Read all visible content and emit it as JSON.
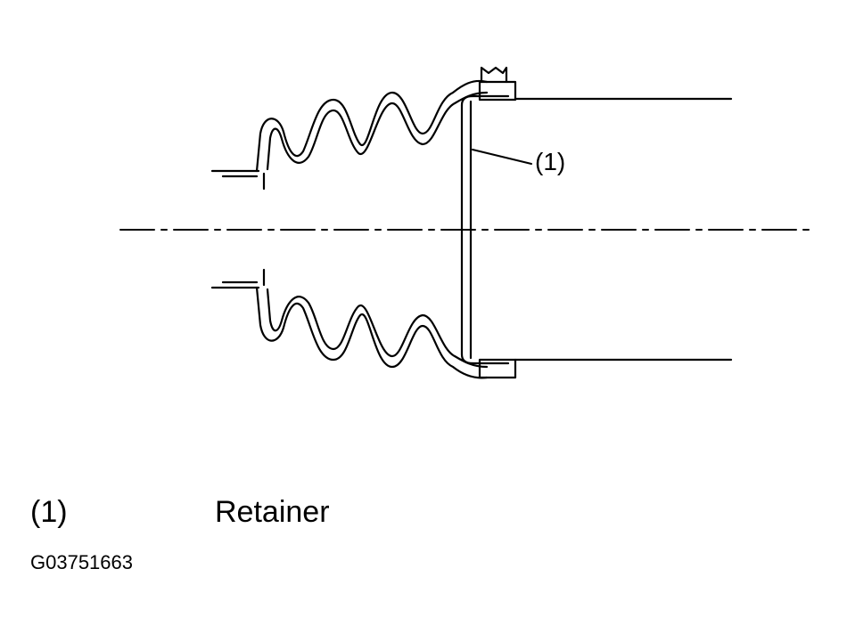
{
  "diagram": {
    "callout_label": "(1)",
    "legend": [
      {
        "number": "(1)",
        "name": "Retainer"
      }
    ],
    "figure_id": "G03751663"
  },
  "colors": {
    "line": "#000000",
    "background": "#ffffff"
  }
}
